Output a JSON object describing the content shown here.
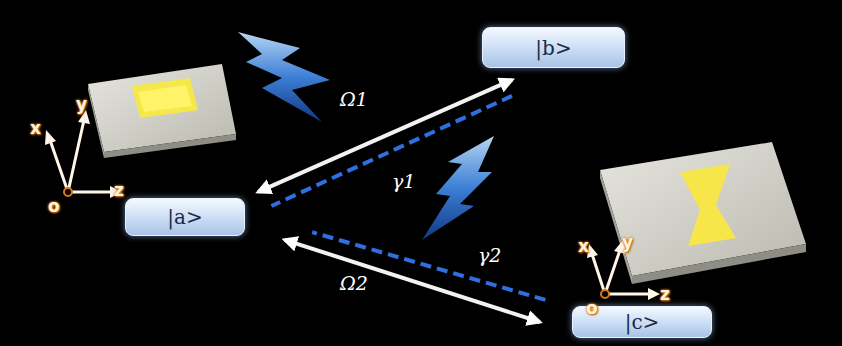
{
  "diagram": {
    "nodes": [
      {
        "text": [
          "|b>"
        ]
      },
      {
        "text": [
          "|a>"
        ]
      },
      {
        "text": [
          "|c>"
        ]
      }
    ],
    "edges": [
      {
        "from": 1,
        "to": 0,
        "arrow": "both",
        "label": "Ω1"
      },
      {
        "from": 0,
        "to": 1,
        "arrow": "none",
        "label": "γ1"
      },
      {
        "from": 1,
        "to": 2,
        "arrow": "both",
        "label": "Ω2"
      },
      {
        "from": 2,
        "to": 1,
        "arrow": "none",
        "label": "γ2"
      }
    ],
    "labels": [
      "x",
      "y",
      "o",
      "z",
      "x",
      "y",
      "o",
      "z"
    ]
  }
}
